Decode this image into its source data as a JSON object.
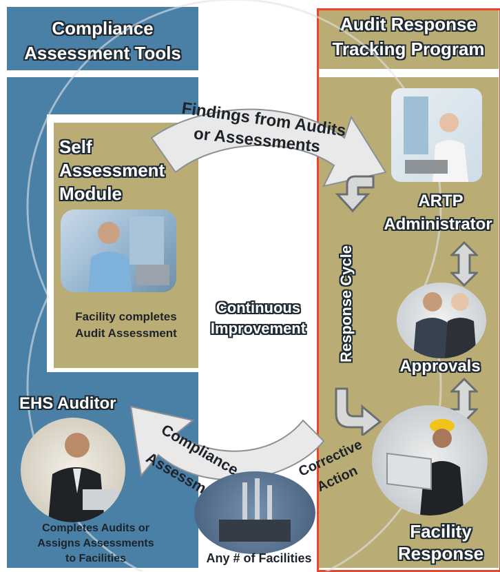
{
  "header": {
    "left_title_line1": "Compliance",
    "left_title_line2": "Assessment Tools",
    "right_title_line1": "Audit Response",
    "right_title_line2": "Tracking Program"
  },
  "self_assessment": {
    "title_line1": "Self",
    "title_line2": "Assessment",
    "title_line3": "Module",
    "caption_line1": "Facility completes",
    "caption_line2": "Audit Assessment"
  },
  "auditor": {
    "title": "EHS Auditor",
    "caption_line1": "Completes Audits or",
    "caption_line2": "Assigns Assessments",
    "caption_line3": "to Facilities"
  },
  "cycle": {
    "findings_line1": "Findings from Audits",
    "findings_line2": "or Assessments",
    "center_line1": "Continuous",
    "center_line2": "Improvement",
    "compliance_line1": "Compliance",
    "compliance_line2": "Assessment",
    "corrective_line1": "Corrective",
    "corrective_line2": "Action",
    "facilities_caption": "Any # of Facilities"
  },
  "artp": {
    "response_cycle": "Response Cycle",
    "administrator_line1": "ARTP",
    "administrator_line2": "Administrator",
    "approvals": "Approvals",
    "facility_line1": "Facility",
    "facility_line2": "Response"
  },
  "colors": {
    "blue_panel": "#4a7fa6",
    "olive_panel": "#b9ad75",
    "border_red": "#e8452a",
    "arrow_gray": "#e9e9e9"
  },
  "icons": [
    "down-turn-arrow-icon",
    "double-arrow-icon",
    "right-turn-arrow-icon"
  ]
}
